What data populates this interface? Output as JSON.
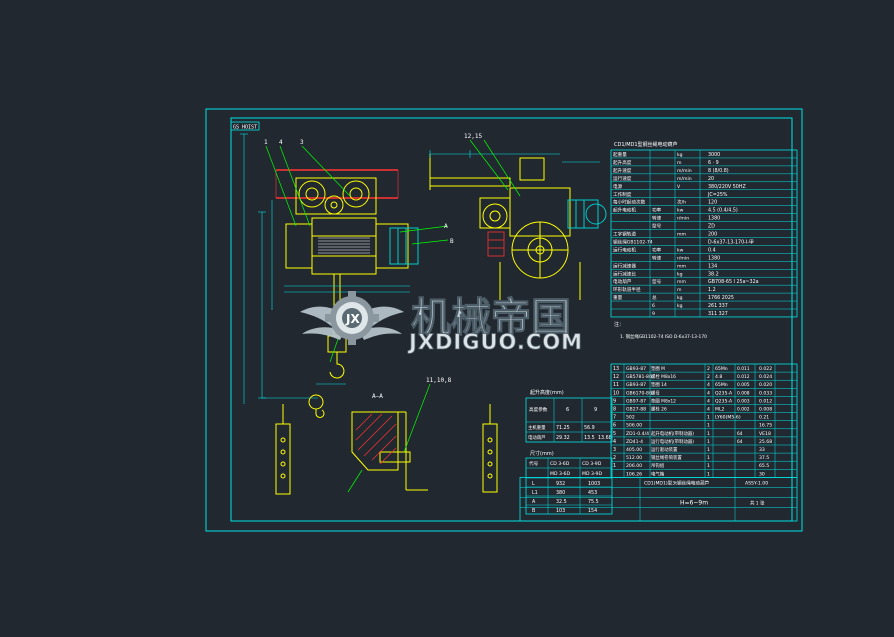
{
  "drawing": {
    "title_tag": "GS HOIST",
    "balloons_left": [
      "1",
      "4",
      "3"
    ],
    "balloons_right": [
      "12,15"
    ],
    "balloons_bottom": [
      "11,10,8"
    ],
    "balloon_a": "A",
    "balloon_b": "B",
    "section_label": "A—A"
  },
  "colors": {
    "background": "#212830",
    "frame": "#00e5e5",
    "geometry": "#ffff00",
    "leader": "#00ff00",
    "hatch": "#ff3333",
    "motor": "#00cccc",
    "text": "#ffffff"
  },
  "spec_table": {
    "title": "CD1/MD1型钢丝绳电动葫芦",
    "rows": [
      [
        "起重量",
        "",
        "kg",
        "3000"
      ],
      [
        "起升高度",
        "",
        "m",
        "6 · 9"
      ],
      [
        "起升速度",
        "",
        "m/min",
        "8 (8/0.8)"
      ],
      [
        "运行速度",
        "",
        "m/min",
        "20"
      ],
      [
        "电源",
        "",
        "V",
        "380/220V  50HZ"
      ],
      [
        "工作制度",
        "",
        "",
        "JC=25%"
      ],
      [
        "每小时起动次数",
        "",
        "次/h",
        "120"
      ],
      [
        "起升电动机",
        "功率",
        "kw",
        "4.5 (0.4/4.5)"
      ],
      [
        "",
        "转速",
        "r/min",
        "1380"
      ],
      [
        "",
        "型号",
        "",
        "ZD"
      ],
      [
        "工字钢轨道",
        "",
        "mm",
        "200"
      ],
      [
        "钢丝绳GB1102-74",
        "",
        "",
        "D-6x37-13-170-I-甲"
      ],
      [
        "运行电动机",
        "功率",
        "kw",
        "0.4"
      ],
      [
        "",
        "转速",
        "r/min",
        "1380"
      ],
      [
        "运行减速器",
        "",
        "mm",
        "134"
      ],
      [
        "运行减速比",
        "",
        "kg",
        "38.2"
      ],
      [
        "电动葫芦",
        "型号",
        "mm",
        "GB708-65  I 25a~32a"
      ],
      [
        "环形轨道半径",
        "",
        "m",
        "1.2"
      ],
      [
        "重量",
        "总",
        "kg",
        "1766   2025"
      ],
      [
        "",
        "6",
        "kg",
        "261   337"
      ],
      [
        "",
        "9",
        "",
        "311   327"
      ]
    ],
    "note": "注：",
    "note_line": "1. 钢丝绳GB1102-74 ISO D-6x37-13-170"
  },
  "parts_list": {
    "rows": [
      [
        "13",
        "GB93-87",
        "垫圈 M",
        "2",
        "65Mn",
        "0.011",
        "0.022"
      ],
      [
        "12",
        "GB5781-86",
        "螺栓 M8x16",
        "2",
        "4.8",
        "0.012",
        "0.024"
      ],
      [
        "11",
        "GB93-87",
        "垫圈 14",
        "4",
        "65Mn",
        "0.005",
        "0.020"
      ],
      [
        "10",
        "GB6170-86",
        "螺母",
        "4",
        "Q235-A",
        "0.008",
        "0.033"
      ],
      [
        "9",
        "GB97-87",
        "垫圈 M8x12",
        "4",
        "Q235-A",
        "0.003",
        "0.012"
      ],
      [
        "8",
        "GB27-88",
        "螺栓 26",
        "4",
        "ML2",
        "0.002",
        "0.008"
      ],
      [
        "7",
        "502",
        "",
        "1",
        "LY60(M5-6)",
        "",
        "0.21"
      ],
      [
        "6",
        "506.00",
        "",
        "1",
        "",
        "",
        "16.75"
      ],
      [
        "5",
        "ZD1-0.4/4",
        "起升电动机(带制动器)",
        "1",
        "",
        "64",
        "VE18"
      ],
      [
        "4",
        "ZD41-4",
        "运行电动机(带制动器)",
        "1",
        "",
        "64",
        "25.68"
      ],
      [
        "3",
        "405.00",
        "运行驱动装置",
        "1",
        "",
        "",
        "33"
      ],
      [
        "2",
        "512.00",
        "钢丝绳卷筒装置",
        "1",
        "",
        "",
        "37.5"
      ],
      [
        "1",
        "206.00",
        "吊钩组",
        "1",
        "",
        "",
        "65.5"
      ],
      [
        "",
        "106.26",
        "电气箱",
        "1",
        "",
        "",
        "30"
      ]
    ],
    "title": "CD1(MD1)型3t钢丝绳电动葫芦",
    "drawing_no": "ASSY-1.00",
    "subtitle": "H=6~9m",
    "sheet": "共  1  张"
  },
  "table_a": {
    "title": "起升高度(mm)",
    "headers": [
      "高度参数",
      "6",
      "9"
    ],
    "rows": [
      [
        "主机重量",
        "71.25",
        "56.9"
      ],
      [
        "电动葫芦",
        "29.32",
        "13.5",
        "13.68"
      ]
    ]
  },
  "table_b": {
    "title": "尺寸(mm)",
    "headers": [
      "代号",
      "CD 3-6D",
      "CD 3-9D"
    ],
    "subheaders": [
      "",
      "MD 3-6D",
      "MD 3-9D"
    ],
    "rows": [
      [
        "L",
        "932",
        "1003"
      ],
      [
        "L1",
        "380",
        "453"
      ],
      [
        "A",
        "32.5",
        "75.5"
      ],
      [
        "B",
        "103",
        "154"
      ]
    ]
  },
  "watermark": {
    "cn": "机械帝国",
    "en": "JXDIGUO.COM"
  }
}
